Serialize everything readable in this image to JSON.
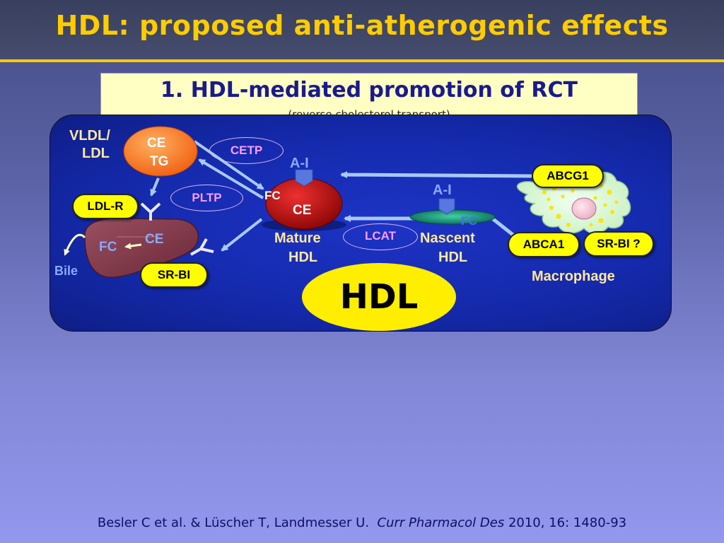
{
  "title": "HDL: proposed anti-atherogenic effects",
  "subtitle": {
    "main": "1. HDL-mediated promotion of RCT",
    "sub": "(reverse cholesterol transport)"
  },
  "labels": {
    "vldl_ldl_1": "VLDL/",
    "vldl_ldl_2": "LDL",
    "ce": "CE",
    "tg": "TG",
    "cetp": "CETP",
    "pltp": "PLTP",
    "lcat": "LCAT",
    "ai": "A-I",
    "fc": "FC",
    "mature_hdl_1": "Mature",
    "mature_hdl_2": "HDL",
    "nascent_hdl_1": "Nascent",
    "nascent_hdl_2": "HDL",
    "ldl_r": "LDL-R",
    "sr_bi": "SR-BI",
    "sr_bi_q": "SR-BI ?",
    "abca1": "ABCA1",
    "abcg1": "ABCG1",
    "bile": "Bile",
    "macrophage": "Macrophage",
    "hdl": "HDL"
  },
  "footer": {
    "authors": "Besler C et al. & Lüscher T, Landmesser U.",
    "journal": "Curr Pharmacol Des",
    "details": "2010, 16: 1480-93"
  },
  "colors": {
    "title": "#ffcc00",
    "panel": "#1429aa",
    "pill": "#ffff00",
    "enzyme": "#ff9cff",
    "label_light": "#ffe8a0",
    "apo": "#8aa8ff",
    "arrow": "#a8c8ff"
  }
}
